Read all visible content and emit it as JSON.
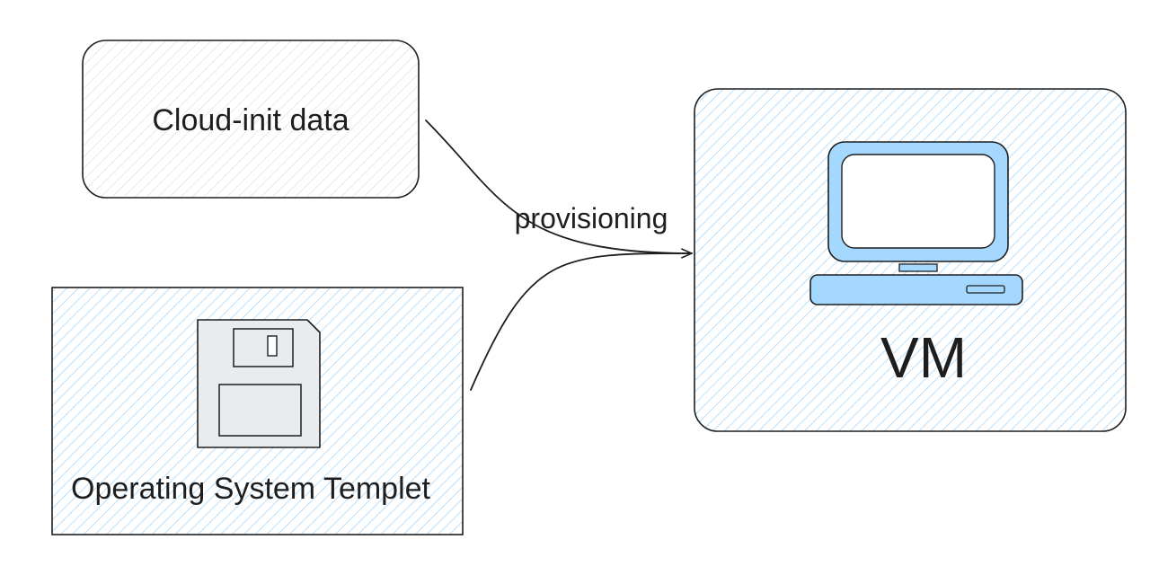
{
  "nodes": {
    "cloud_init": {
      "label": "Cloud-init data"
    },
    "os_template": {
      "label": "Operating System Templet",
      "icon": "floppy-disk-icon"
    },
    "vm": {
      "label": "VM",
      "icon": "computer-icon"
    }
  },
  "edges": {
    "provisioning": {
      "label": "provisioning"
    }
  },
  "colors": {
    "stroke": "#1e1e1e",
    "hatch_blue": "#a5d8ff",
    "hatch_gray": "#e2e2e2",
    "monitor_blue": "#a5d8ff",
    "floppy_gray": "#e9ecef"
  }
}
